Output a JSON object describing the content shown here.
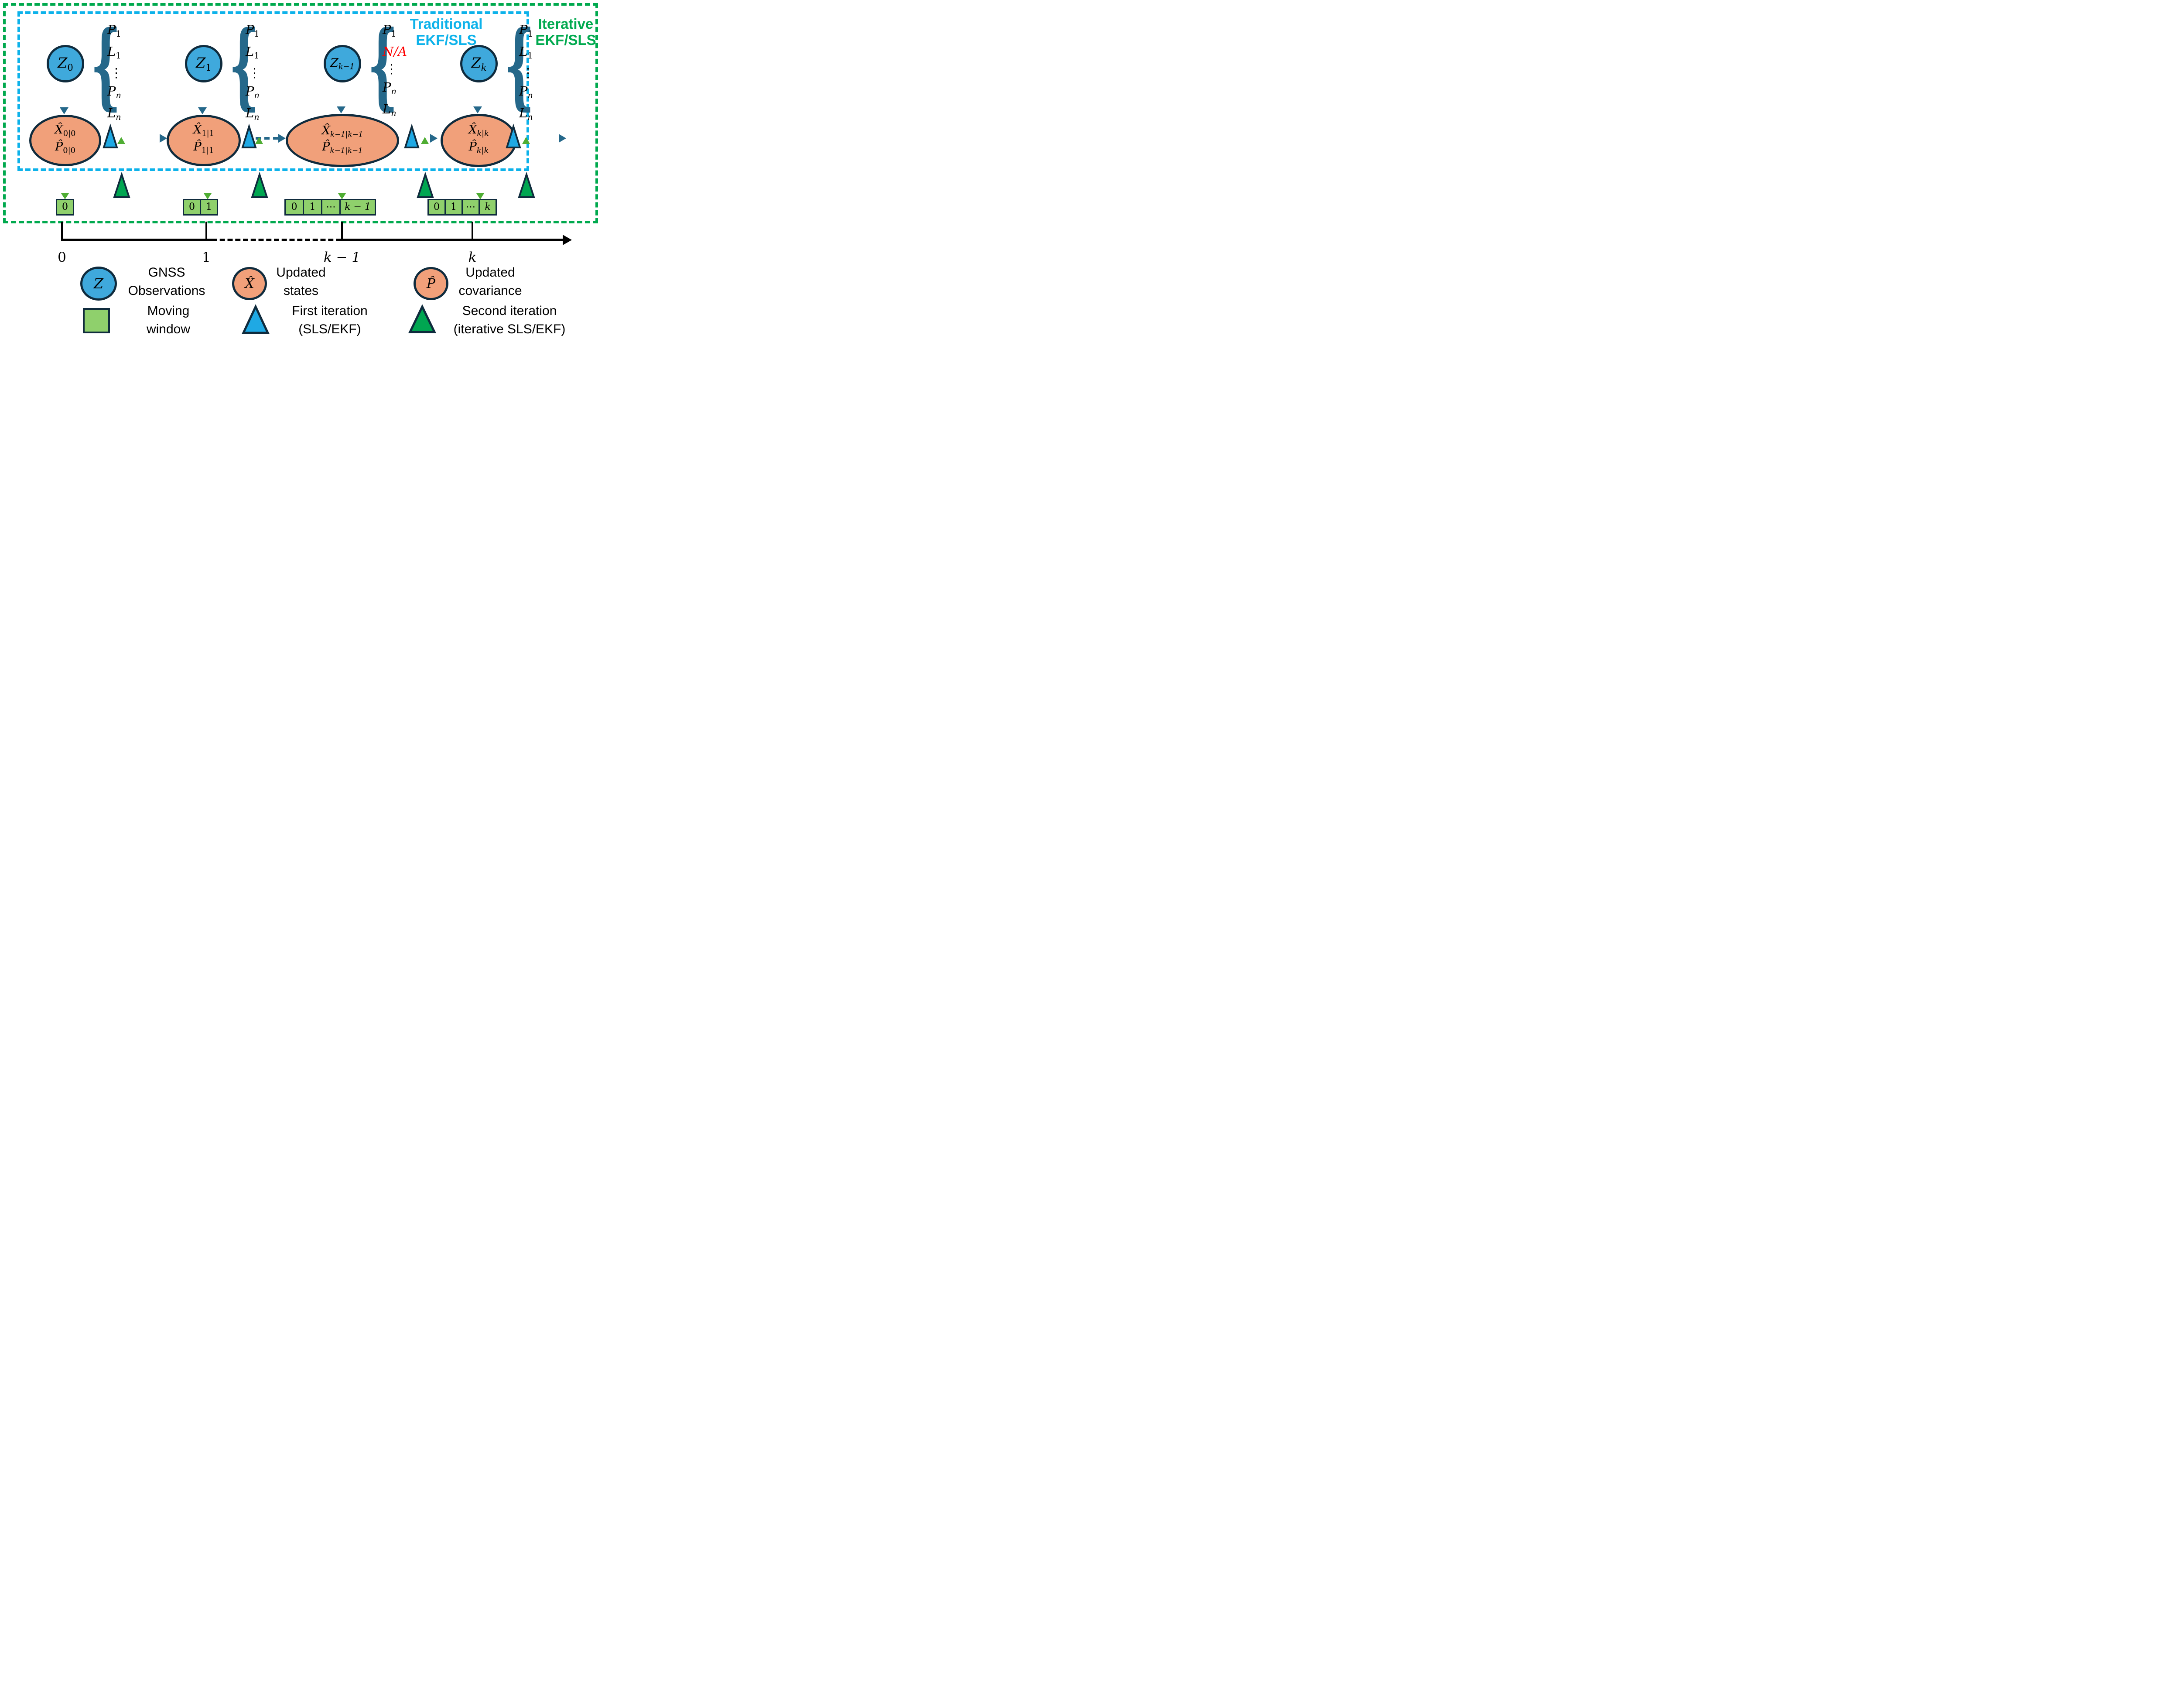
{
  "frames": {
    "traditional": {
      "line1": "Traditional",
      "line2": "EKF/SLS"
    },
    "iterative": {
      "line1": "Iterative",
      "line2": "EKF/SLS"
    }
  },
  "groups": [
    {
      "z": {
        "base": "Z",
        "sub": "0"
      },
      "obs": [
        {
          "base": "P",
          "sub": "1"
        },
        {
          "base": "L",
          "sub": "1"
        },
        {
          "base": "⋮",
          "sub": ""
        },
        {
          "base": "P",
          "sub": "n"
        },
        {
          "base": "L",
          "sub": "n"
        }
      ],
      "state": {
        "x": "X̂",
        "x_sub": "0|0",
        "p": "P̂",
        "p_sub": "0|0"
      },
      "window": [
        "0"
      ]
    },
    {
      "z": {
        "base": "Z",
        "sub": "1"
      },
      "obs": [
        {
          "base": "P",
          "sub": "1"
        },
        {
          "base": "L",
          "sub": "1"
        },
        {
          "base": "⋮",
          "sub": ""
        },
        {
          "base": "P",
          "sub": "n"
        },
        {
          "base": "L",
          "sub": "n"
        }
      ],
      "state": {
        "x": "X̂",
        "x_sub": "1|1",
        "p": "P̂",
        "p_sub": "1|1"
      },
      "window": [
        "0",
        "1"
      ]
    },
    {
      "z": {
        "base": "Z",
        "sub": "k−1"
      },
      "obs": [
        {
          "base": "P",
          "sub": "1"
        },
        {
          "base": "N/A",
          "sub": ""
        },
        {
          "base": "⋮",
          "sub": ""
        },
        {
          "base": "P",
          "sub": "n"
        },
        {
          "base": "L",
          "sub": "n"
        }
      ],
      "state": {
        "x": "X̂",
        "x_sub": "k−1|k−1",
        "p": "P̂",
        "p_sub": "k−1|k−1"
      },
      "window": [
        "0",
        "1",
        "⋯",
        "k − 1"
      ]
    },
    {
      "z": {
        "base": "Z",
        "sub": "k"
      },
      "obs": [
        {
          "base": "P",
          "sub": "1"
        },
        {
          "base": "L",
          "sub": "1"
        },
        {
          "base": "⋮",
          "sub": ""
        },
        {
          "base": "P",
          "sub": "n"
        },
        {
          "base": "L",
          "sub": "n"
        }
      ],
      "state": {
        "x": "X̂",
        "x_sub": "k|k",
        "p": "P̂",
        "p_sub": "k|k"
      },
      "window": [
        "0",
        "1",
        "⋯",
        "k"
      ]
    }
  ],
  "timeline": {
    "ticks": [
      "0",
      "1",
      "k − 1",
      "k"
    ]
  },
  "legend": {
    "gnss": {
      "symbol": "Z",
      "line1": "GNSS",
      "line2": "Observations"
    },
    "states": {
      "symbol": "X̂",
      "line1": "Updated",
      "line2": "states"
    },
    "covariance": {
      "symbol": "P̂",
      "line1": "Updated",
      "line2": "covariance"
    },
    "window": {
      "line1": "Moving",
      "line2": "window"
    },
    "first": {
      "line1": "First iteration",
      "line2": "(SLS/EKF)"
    },
    "second": {
      "line1": "Second iteration",
      "line2": "(iterative SLS/EKF)"
    }
  },
  "colors": {
    "traditional_frame": "#0DB2EA",
    "iterative_frame": "#00A94E",
    "gnss_fill": "#3FA9DC",
    "state_fill": "#F1A07A",
    "window_fill": "#8FD06C",
    "first_iteration_fill": "#1FA9E4",
    "second_iteration_fill": "#00A651",
    "flow_stroke": "#25688A",
    "outline": "#0F2B3D",
    "green_arrow": "#4FAD33",
    "na_color": "#FF0000",
    "timeline": "#000000"
  }
}
